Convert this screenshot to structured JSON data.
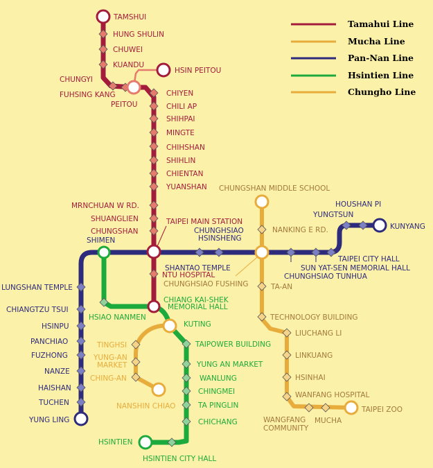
{
  "legend": [
    {
      "name": "Tamahui Line",
      "color": "#a31c3c"
    },
    {
      "name": "Mucha Line",
      "color": "#e8ac3c"
    },
    {
      "name": "Pan-Nan Line",
      "color": "#2e2b7c"
    },
    {
      "name": "Hsintien Line",
      "color": "#1daa3c"
    },
    {
      "name": "Chungho Line",
      "color": "#e8ac3c"
    }
  ],
  "stations": {
    "tamshui": "TAMSHUI",
    "hung_shulin": "HUNG SHULIN",
    "chuwei": "CHUWEI",
    "kuandu": "KUANDU",
    "chungyi": "CHUNGYI",
    "hsin_peitou": "HSIN PEITOU",
    "fuhsing_kang": "FUHSING KANG",
    "peitou": "PEITOU",
    "chiyen": "CHIYEN",
    "chili_ap": "CHILI AP",
    "shihpai": "SHIHPAI",
    "mingte": "MINGTE",
    "chihshan": "CHIHSHAN",
    "shihlin": "SHIHLIN",
    "chientan": "CHIENTAN",
    "yuanshan": "YUANSHAN",
    "mrnchuan": "MRNCHUAN W RD.",
    "shuanglien": "SHUANGLIEN",
    "chungshan": "CHUNGSHAN",
    "taipei_main": "TAIPEI MAIN STATION",
    "ntu_hospital": "NTU HOSPITAL",
    "chiang_kai_shek_1": "CHIANG KAI-SHEK",
    "chiang_kai_shek_2": "MEMORIAL HALL",
    "chungshan_ms": "CHUNGSHAN MIDDLE SCHOOL",
    "nanking": "NANKING E RD.",
    "chunghsiao_hsinsheng_1": "CHUNGHSIAO",
    "chunghsiao_hsinsheng_2": "HSINSHENG",
    "shantao": "SHANTAO TEMPLE",
    "chunghsiao_fushing": "CHUNGHSIAO FUSHING",
    "ta_an": "TA-AN",
    "technology": "TECHNOLOGY BUILDING",
    "liuchang": "LIUCHANG LI",
    "linkuang": "LINKUANG",
    "hsinhai": "HSINHAI",
    "wanfang_hospital": "WANFANG HOSPITAL",
    "wanfang_comm_1": "WANGFANG",
    "wanfang_comm_2": "COMMUNITY",
    "mucha": "MUCHA",
    "taipei_zoo": "TAIPEI ZOO",
    "houshan_pi": "HOUSHAN PI",
    "yungtsun": "YUNGTSUN",
    "kunyang": "KUNYANG",
    "taipei_city_hall": "TAIPEI CITY HALL",
    "sun_yat_sen": "SUN YAT-SEN MEMORIAL HALL",
    "chunghsiao_tunhua": "CHUNGHSIAO TUNHUA",
    "shimen": "SHIMEN",
    "lungshan": "LUNGSHAN TEMPLE",
    "chiangtzu": "CHIANGTZU TSUI",
    "hsinpu": "HSINPU",
    "panchiao": "PANCHIAO",
    "fuzhong": "FUZHONG",
    "nanze": "NANZE",
    "haishan": "HAISHAN",
    "tuchen": "TUCHEN",
    "yung_ling": "YUNG LING",
    "hsiao_nanmen": "HSIAO NANMEN",
    "kuting": "KUTING",
    "tinghsi": "TINGHSI",
    "yung_an_market_l_1": "YUNG-AN",
    "yung_an_market_l_2": "MARKET",
    "ching_an": "CHING-AN",
    "nanshin_chiao": "NANSHIN CHIAO",
    "taipower": "TAIPOWER BUILDING",
    "yung_an_market": "YUNG AN MARKET",
    "wanlung": "WANLUNG",
    "chingmei": "CHINGMEI",
    "ta_pinglin": "TA PINGLIN",
    "chichang": "CHICHANG",
    "hsintien": "HSINTIEN",
    "hsintien_city_hall": "HSINTIEN CITY HALL"
  }
}
